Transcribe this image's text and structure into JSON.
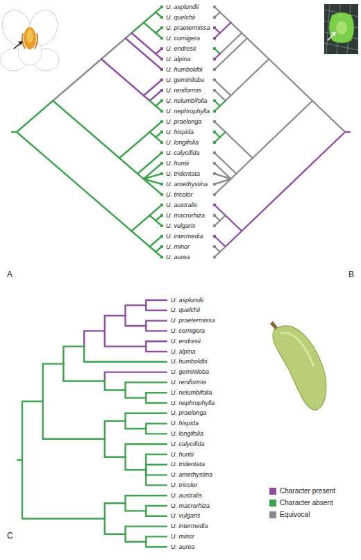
{
  "diagram": {
    "labels": [
      "U. asplundii",
      "U. quelchii",
      "U. praetermissa",
      "U. cornigera",
      "U. endresii",
      "U. alpina",
      "U. humboldtii",
      "U. geminiloba",
      "U. reniformis",
      "U. nelumbifolia",
      "U. nephrophylla",
      "U. praelonga",
      "U. hispida",
      "U. longifolia",
      "U. calycifida",
      "U. huntii",
      "U. tridentata",
      "U. amethystina",
      "U. tricolor",
      "U. australis",
      "U. macrorhiza",
      "U. vulgaris",
      "U. intermedia",
      "U. minor",
      "U. aurea",
      "A",
      "B",
      "U. asplundii",
      "U. quelchii",
      "U. praetermissa",
      "U. cornigera",
      "U. endresii",
      "U. alpina",
      "U. humboldtii",
      "U. geminiloba",
      "U. reniformis",
      "U. nelumbifolia",
      "U. nephrophylla",
      "U. praelonga",
      "U. hispida",
      "U. longifolia",
      "U. calycifida",
      "U. huntii",
      "U. tridentata",
      "U. amethystina",
      "U. tricolor",
      "U. australis",
      "U. macrorhiza",
      "U. vulgaris",
      "U. intermedia",
      "U. minor",
      "U. aurea",
      "C"
    ],
    "legend": [
      {
        "text": "Character present",
        "color": "#8e4fa3"
      },
      {
        "text": "Character absent",
        "color": "#3fa350"
      },
      {
        "text": "Equivocal",
        "color": "#8c8c8c"
      }
    ]
  }
}
